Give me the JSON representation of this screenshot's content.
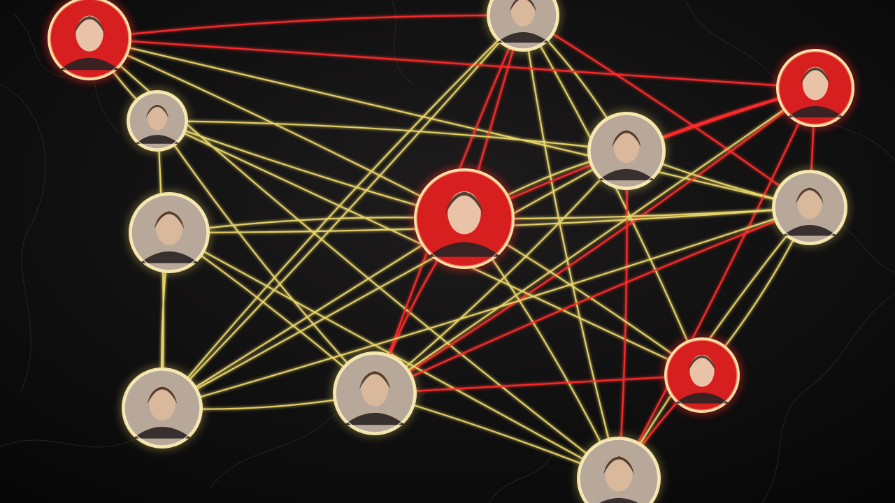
{
  "colors": {
    "background": "#0b0b0b",
    "marble_vein": "#2a2a2a",
    "gold_line": "#ecd86a",
    "red_line": "#ff2a2a",
    "gold_ring": "#f4e4a8",
    "red_fill": "#d81f1f",
    "neutral_fill": "#b8a89a"
  },
  "nodes": [
    {
      "id": "man-top-left",
      "highlight": "red"
    },
    {
      "id": "woman-top-center",
      "highlight": "gold"
    },
    {
      "id": "woman-top-right",
      "highlight": "red"
    },
    {
      "id": "person-masked-left",
      "highlight": "gold"
    },
    {
      "id": "woman-left",
      "highlight": "gold"
    },
    {
      "id": "woman-center-right",
      "highlight": "gold"
    },
    {
      "id": "young-man-center",
      "highlight": "red"
    },
    {
      "id": "woman-right",
      "highlight": "gold"
    },
    {
      "id": "woman-lower-right",
      "highlight": "red"
    },
    {
      "id": "man-bottom-left",
      "highlight": "gold"
    },
    {
      "id": "man-bottom-center",
      "highlight": "gold"
    },
    {
      "id": "person-bottom",
      "highlight": "gold"
    }
  ],
  "edges": [
    {
      "from": "man-top-left",
      "to": "woman-top-center",
      "color": "red"
    },
    {
      "from": "man-top-left",
      "to": "young-man-center",
      "color": "gold"
    },
    {
      "from": "man-top-left",
      "to": "woman-right",
      "color": "gold"
    },
    {
      "from": "man-top-left",
      "to": "person-masked-left",
      "color": "gold"
    },
    {
      "from": "man-top-left",
      "to": "person-bottom",
      "color": "gold"
    },
    {
      "from": "woman-top-center",
      "to": "woman-center-right",
      "color": "gold"
    },
    {
      "from": "woman-top-center",
      "to": "woman-right",
      "color": "red"
    },
    {
      "from": "woman-top-center",
      "to": "young-man-center",
      "color": "red"
    },
    {
      "from": "woman-top-center",
      "to": "man-bottom-center",
      "color": "red"
    },
    {
      "from": "woman-top-center",
      "to": "person-bottom",
      "color": "gold"
    },
    {
      "from": "woman-top-center",
      "to": "woman-lower-right",
      "color": "gold"
    },
    {
      "from": "woman-top-center",
      "to": "man-bottom-left",
      "color": "gold"
    },
    {
      "from": "woman-top-right",
      "to": "woman-right",
      "color": "red"
    },
    {
      "from": "woman-top-right",
      "to": "woman-center-right",
      "color": "red"
    },
    {
      "from": "woman-top-right",
      "to": "young-man-center",
      "color": "red"
    },
    {
      "from": "woman-top-right",
      "to": "man-bottom-center",
      "color": "red"
    },
    {
      "from": "woman-top-right",
      "to": "person-bottom",
      "color": "red"
    },
    {
      "from": "woman-top-right",
      "to": "man-top-left",
      "color": "red"
    },
    {
      "from": "person-masked-left",
      "to": "young-man-center",
      "color": "gold"
    },
    {
      "from": "person-masked-left",
      "to": "man-bottom-center",
      "color": "gold"
    },
    {
      "from": "person-masked-left",
      "to": "woman-center-right",
      "color": "gold"
    },
    {
      "from": "person-masked-left",
      "to": "man-bottom-left",
      "color": "gold"
    },
    {
      "from": "person-masked-left",
      "to": "woman-lower-right",
      "color": "gold"
    },
    {
      "from": "woman-left",
      "to": "man-bottom-left",
      "color": "gold"
    },
    {
      "from": "woman-left",
      "to": "woman-right",
      "color": "gold"
    },
    {
      "from": "woman-left",
      "to": "young-man-center",
      "color": "gold"
    },
    {
      "from": "woman-left",
      "to": "man-bottom-center",
      "color": "gold"
    },
    {
      "from": "woman-left",
      "to": "person-bottom",
      "color": "gold"
    },
    {
      "from": "woman-center-right",
      "to": "woman-right",
      "color": "gold"
    },
    {
      "from": "woman-center-right",
      "to": "young-man-center",
      "color": "gold"
    },
    {
      "from": "woman-center-right",
      "to": "man-bottom-center",
      "color": "gold"
    },
    {
      "from": "woman-center-right",
      "to": "person-bottom",
      "color": "red"
    },
    {
      "from": "woman-center-right",
      "to": "man-bottom-left",
      "color": "gold"
    },
    {
      "from": "young-man-center",
      "to": "woman-right",
      "color": "gold"
    },
    {
      "from": "young-man-center",
      "to": "man-bottom-center",
      "color": "red"
    },
    {
      "from": "young-man-center",
      "to": "person-bottom",
      "color": "gold"
    },
    {
      "from": "young-man-center",
      "to": "woman-lower-right",
      "color": "gold"
    },
    {
      "from": "young-man-center",
      "to": "man-bottom-left",
      "color": "gold"
    },
    {
      "from": "woman-right",
      "to": "man-bottom-center",
      "color": "red"
    },
    {
      "from": "woman-right",
      "to": "person-bottom",
      "color": "gold"
    },
    {
      "from": "woman-right",
      "to": "woman-lower-right",
      "color": "gold"
    },
    {
      "from": "woman-right",
      "to": "man-bottom-left",
      "color": "gold"
    },
    {
      "from": "woman-lower-right",
      "to": "man-bottom-center",
      "color": "red"
    },
    {
      "from": "woman-lower-right",
      "to": "person-bottom",
      "color": "red"
    },
    {
      "from": "man-bottom-left",
      "to": "man-bottom-center",
      "color": "gold"
    },
    {
      "from": "man-bottom-left",
      "to": "woman-top-center",
      "color": "gold"
    },
    {
      "from": "man-bottom-center",
      "to": "person-bottom",
      "color": "gold"
    },
    {
      "from": "man-bottom-center",
      "to": "woman-top-right",
      "color": "gold"
    }
  ]
}
